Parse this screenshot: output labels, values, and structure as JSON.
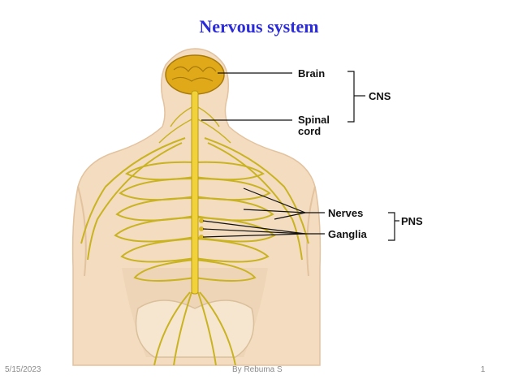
{
  "slide": {
    "title": "Nervous system",
    "footer": {
      "date": "5/15/2023",
      "author": "By Rebuma S",
      "page": "1"
    }
  },
  "labels": {
    "brain": "Brain",
    "spinal": "Spinal",
    "cord": "cord",
    "cns": "CNS",
    "nerves": "Nerves",
    "ganglia": "Ganglia",
    "pns": "PNS"
  },
  "colors": {
    "title": "#2b2bd8",
    "skin": "#f3dcc0",
    "skin_shadow": "#e3c29e",
    "nerve": "#c9b321",
    "brain": "#e0a91a",
    "spine": "#f2d23a"
  }
}
